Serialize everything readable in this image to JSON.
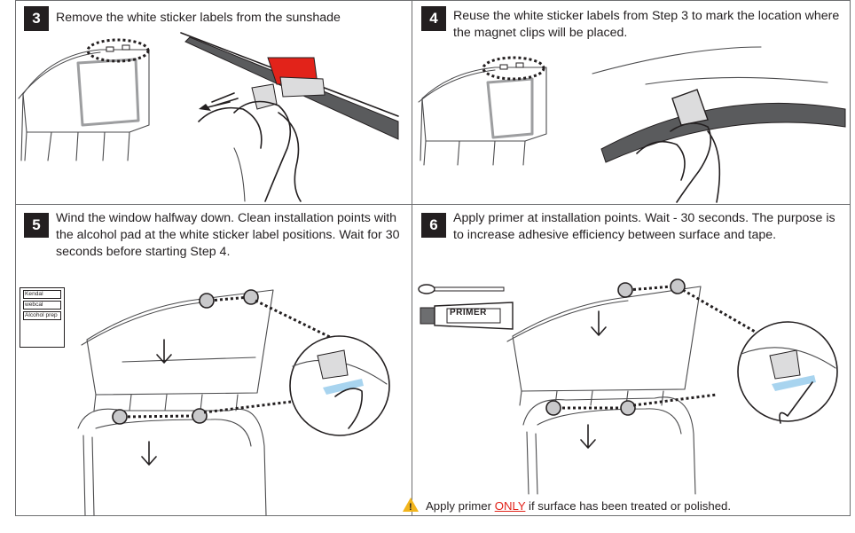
{
  "steps": [
    {
      "number": "3",
      "text": "Remove the white sticker labels from the sunshade"
    },
    {
      "number": "4",
      "text": "Reuse the white sticker labels from Step 3 to mark the location where the magnet clips will be placed."
    },
    {
      "number": "5",
      "text": "Wind the window halfway down. Clean installation points with the alcohol pad at the white sticker label positions.  Wait for 30 seconds before starting Step 4."
    },
    {
      "number": "6",
      "text": "Apply primer at installation points. Wait - 30 seconds. The purpose is to increase adhesive efficiency between surface and tape."
    }
  ],
  "step5_card": [
    "Kendal",
    "webcal",
    "Alcohol prep"
  ],
  "step6_product": "PRIMER",
  "warning": {
    "icon": "warning-triangle-icon",
    "before": "Apply primer ",
    "highlight": "ONLY",
    "after": " if surface has been treated or polished.",
    "highlight_color": "#e2231a"
  },
  "colors": {
    "sticker_red": "#e2231a",
    "warning_yellow": "#f2b51c"
  }
}
